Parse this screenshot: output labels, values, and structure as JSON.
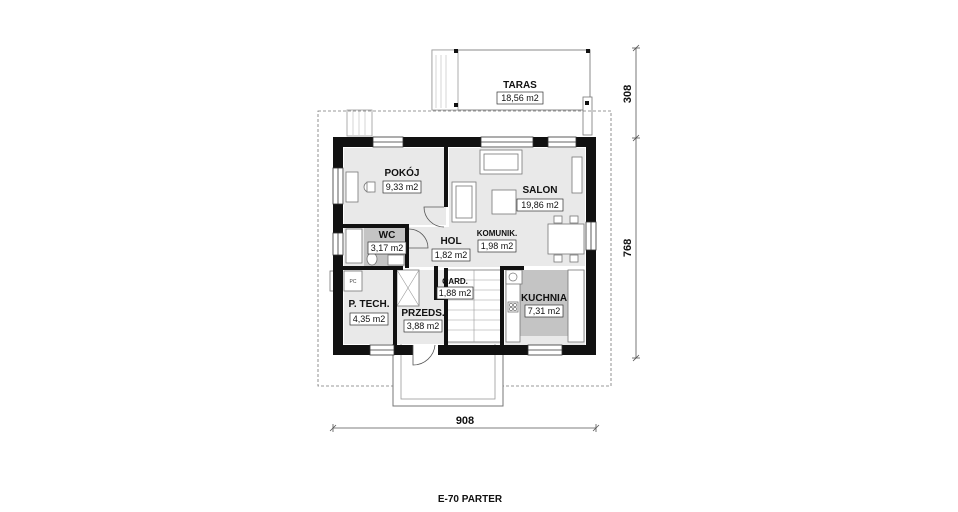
{
  "plan_title": "E-70 PARTER",
  "dimensions": {
    "width": "908",
    "depth": "768",
    "terrace_depth": "308"
  },
  "rooms": {
    "taras": {
      "name": "TARAS",
      "area": "18,56 m2"
    },
    "pokoj": {
      "name": "POKÓJ",
      "area": "9,33 m2"
    },
    "salon": {
      "name": "SALON",
      "area": "19,86 m2"
    },
    "wc": {
      "name": "WC",
      "area": "3,17 m2"
    },
    "hol": {
      "name": "HOL",
      "area": "1,82 m2"
    },
    "komunik": {
      "name": "KOMUNIK.",
      "area": "1,98 m2"
    },
    "gard": {
      "name": "GARD.",
      "area": "1,88 m2"
    },
    "kuchnia": {
      "name": "KUCHNIA",
      "area": "7,31 m2"
    },
    "ptech": {
      "name": "P. TECH.",
      "area": "4,35 m2"
    },
    "przeds": {
      "name": "PRZEDS.",
      "area": "3,88 m2"
    }
  },
  "equipment_labels": {
    "boiler": "PC"
  },
  "colors": {
    "wall": "#111111",
    "room_fill": "#e9e9e9",
    "dark_fill": "#c4c4c4",
    "line": "#555555"
  }
}
